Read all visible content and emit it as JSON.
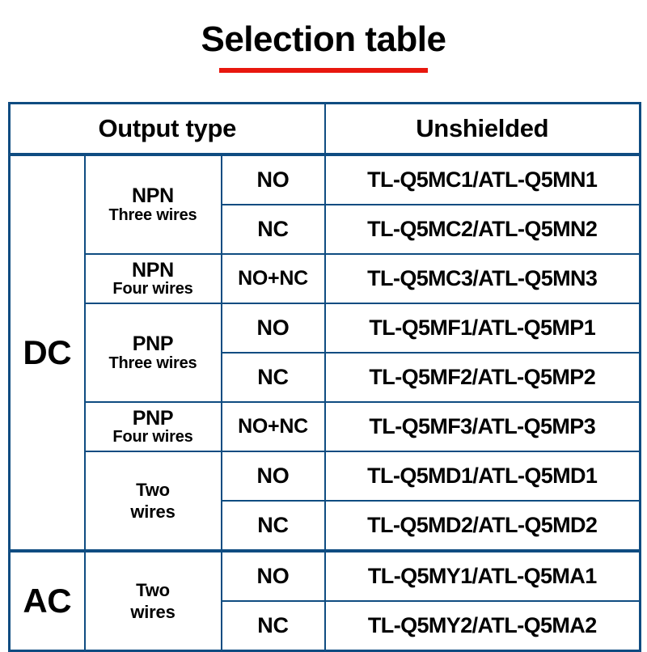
{
  "title": {
    "text": "Selection table",
    "rule_color": "#e8170e"
  },
  "table": {
    "border_color": "#0f4c81",
    "headers": {
      "output_type": "Output type",
      "unshielded": "Unshielded"
    },
    "sections": [
      {
        "label": "DC",
        "groups": [
          {
            "type_main": "NPN",
            "type_sub": "Three wires",
            "single_line": false,
            "rows": [
              {
                "contact": "NO",
                "part": "TL-Q5MC1/ATL-Q5MN1"
              },
              {
                "contact": "NC",
                "part": "TL-Q5MC2/ATL-Q5MN2"
              }
            ]
          },
          {
            "type_main": "NPN",
            "type_sub": "Four wires",
            "single_line": false,
            "rows": [
              {
                "contact": "NO+NC",
                "part": "TL-Q5MC3/ATL-Q5MN3"
              }
            ]
          },
          {
            "type_main": "PNP",
            "type_sub": "Three wires",
            "single_line": false,
            "rows": [
              {
                "contact": "NO",
                "part": "TL-Q5MF1/ATL-Q5MP1"
              },
              {
                "contact": "NC",
                "part": "TL-Q5MF2/ATL-Q5MP2"
              }
            ]
          },
          {
            "type_main": "PNP",
            "type_sub": "Four wires",
            "single_line": false,
            "rows": [
              {
                "contact": "NO+NC",
                "part": "TL-Q5MF3/ATL-Q5MP3"
              }
            ]
          },
          {
            "type_main": "Two",
            "type_sub": "wires",
            "single_line": true,
            "rows": [
              {
                "contact": "NO",
                "part": "TL-Q5MD1/ATL-Q5MD1"
              },
              {
                "contact": "NC",
                "part": "TL-Q5MD2/ATL-Q5MD2"
              }
            ]
          }
        ]
      },
      {
        "label": "AC",
        "groups": [
          {
            "type_main": "Two",
            "type_sub": "wires",
            "single_line": true,
            "rows": [
              {
                "contact": "NO",
                "part": "TL-Q5MY1/ATL-Q5MA1"
              },
              {
                "contact": "NC",
                "part": "TL-Q5MY2/ATL-Q5MA2"
              }
            ]
          }
        ]
      }
    ]
  }
}
